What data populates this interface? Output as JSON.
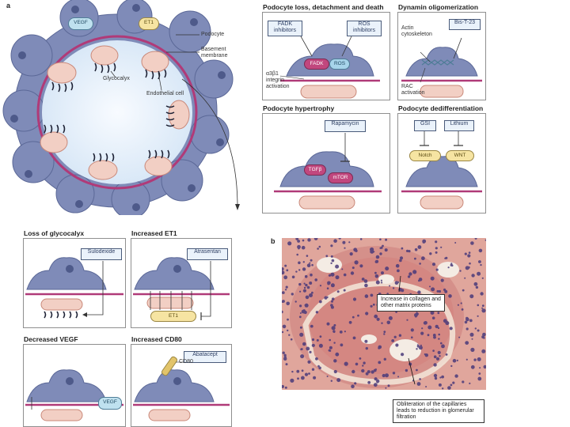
{
  "panel_a_letter": "a",
  "panel_b_letter": "b",
  "glomerulus": {
    "labels": {
      "vegf": "VEGF",
      "et1": "ET1",
      "podocyte": "Podocyte",
      "basement_membrane": "Basement membrane",
      "glycocalyx": "Glycocalyx",
      "endothelial_cell": "Endothelial cell"
    }
  },
  "top_panels": {
    "loss": {
      "title": "Podocyte loss, detachment and death",
      "fak_inhibitors": "FADK inhibitors",
      "ros_inhibitors": "ROS inhibitors",
      "fak": "FADK",
      "ros": "ROS",
      "integrin": "α3β1 integrin activation"
    },
    "dynamin": {
      "title": "Dynamin oligomerization",
      "bis": "Bis-T-23",
      "actin": "Actin cytoskeleton",
      "rac": "RAC activation"
    },
    "hypertrophy": {
      "title": "Podocyte hypertrophy",
      "rapamycin": "Rapamycin",
      "tor": "mTOR",
      "tgfb": "TGFβ"
    },
    "dediff": {
      "title": "Podocyte dedifferentiation",
      "gsi": "GSI",
      "lithium": "Lithium",
      "notch": "Notch",
      "wnt": "WNT"
    }
  },
  "bottom_panels": {
    "glycocalyx": {
      "title": "Loss of glycocalyx",
      "drug": "Sulodexide"
    },
    "et1": {
      "title": "Increased ET1",
      "drug": "Atrasentan",
      "target": "ET1"
    },
    "vegf": {
      "title": "Decreased VEGF",
      "label": "VEGF"
    },
    "cd80": {
      "title": "Increased CD80",
      "drug": "Abatacept",
      "target": "CD80"
    }
  },
  "histology": {
    "note1": "Increase in collagen and other matrix proteins",
    "note2": "Obliteration of the capillaries leads to reduction in glomerular filtration"
  },
  "colors": {
    "podocyte": "#7f8bb8",
    "podocyte_dark": "#5b6897",
    "endothelial": "#f2cfc4",
    "membrane": "#b03a78",
    "lumen": "#e8f2fb",
    "tissue": "#d9958e"
  }
}
